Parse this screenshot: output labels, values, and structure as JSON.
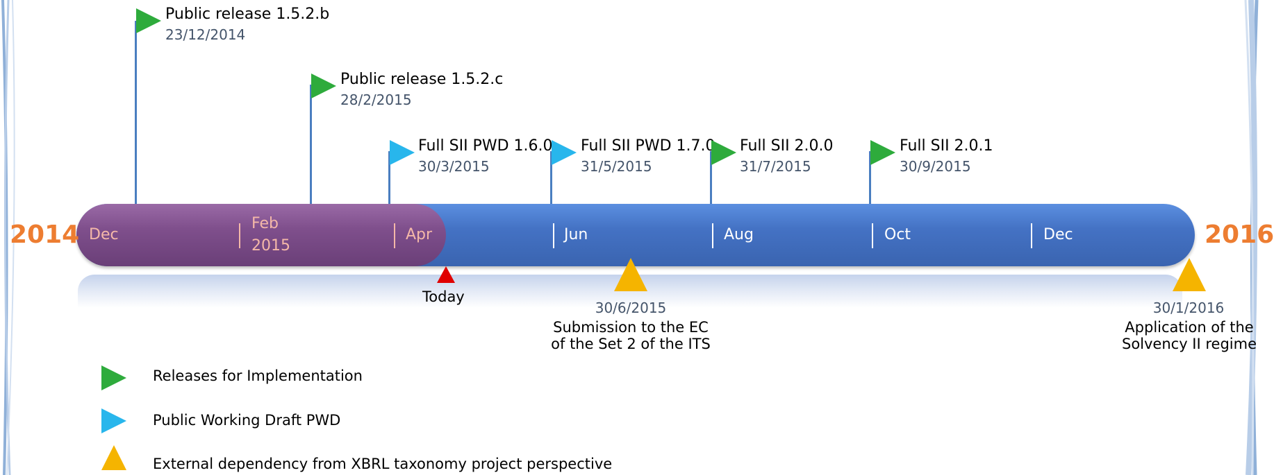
{
  "years": {
    "start": "2014",
    "end": "2016"
  },
  "months": [
    {
      "label": "Dec",
      "sub": ""
    },
    {
      "label": "Feb",
      "sub": "2015"
    },
    {
      "label": "Apr",
      "sub": ""
    },
    {
      "label": "Jun",
      "sub": ""
    },
    {
      "label": "Aug",
      "sub": ""
    },
    {
      "label": "Oct",
      "sub": ""
    },
    {
      "label": "Dec",
      "sub": ""
    }
  ],
  "milestones": [
    {
      "title": "Public release  1.5.2.b",
      "date": "23/12/2014",
      "type": "green"
    },
    {
      "title": "Public release  1.5.2.c",
      "date": "28/2/2015",
      "type": "green"
    },
    {
      "title": "Full SII PWD 1.6.0",
      "date": "30/3/2015",
      "type": "blue"
    },
    {
      "title": "Full SII PWD 1.7.0",
      "date": "31/5/2015",
      "type": "blue"
    },
    {
      "title": "Full SII 2.0.0",
      "date": "31/7/2015",
      "type": "green"
    },
    {
      "title": "Full SII 2.0.1",
      "date": "30/9/2015",
      "type": "green"
    }
  ],
  "today": {
    "label": "Today"
  },
  "external": [
    {
      "date": "30/6/2015",
      "line1": "Submission to the EC",
      "line2": "of the Set 2 of the ITS"
    },
    {
      "date": "30/1/2016",
      "line1": "Application of the",
      "line2": "Solvency II regime"
    }
  ],
  "legend": {
    "releases": "Releases for Implementation",
    "pwd": "Public Working Draft PWD",
    "external": "External dependency from XBRL taxonomy project perspective"
  },
  "colors": {
    "past": "#7f4f8c",
    "future": "#4472c4",
    "year": "#ed7d31",
    "flag_green": "#2eab3c",
    "flag_blue": "#28b6ec",
    "external_marker": "#f5b400",
    "today_marker": "#e00000"
  }
}
